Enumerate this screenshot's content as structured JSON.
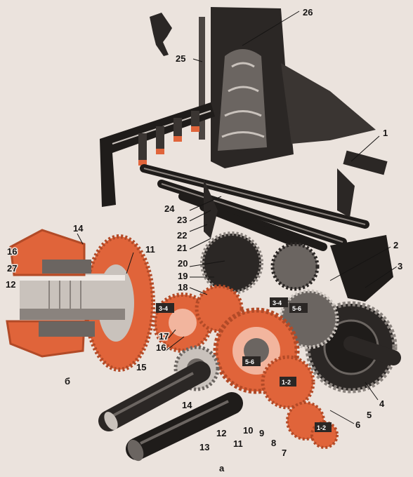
{
  "colors": {
    "background": "#ebe3dd",
    "metal_dark": "#2b2725",
    "metal_mid": "#6b6561",
    "metal_light": "#c9c2bc",
    "accent_orange": "#e0643a",
    "line": "#161413"
  },
  "view_labels": {
    "main": "а",
    "detail": "б"
  },
  "part_numbers": [
    "1",
    "2",
    "3",
    "4",
    "5",
    "6",
    "7",
    "8",
    "9",
    "10",
    "11",
    "11",
    "12",
    "12",
    "13",
    "14",
    "14",
    "15",
    "16",
    "16",
    "17",
    "18",
    "19",
    "20",
    "21",
    "22",
    "23",
    "24",
    "25",
    "26",
    "27"
  ],
  "gear_tags": [
    "3-4",
    "5-6",
    "1-2",
    "3-4",
    "1-2",
    "5-6"
  ]
}
